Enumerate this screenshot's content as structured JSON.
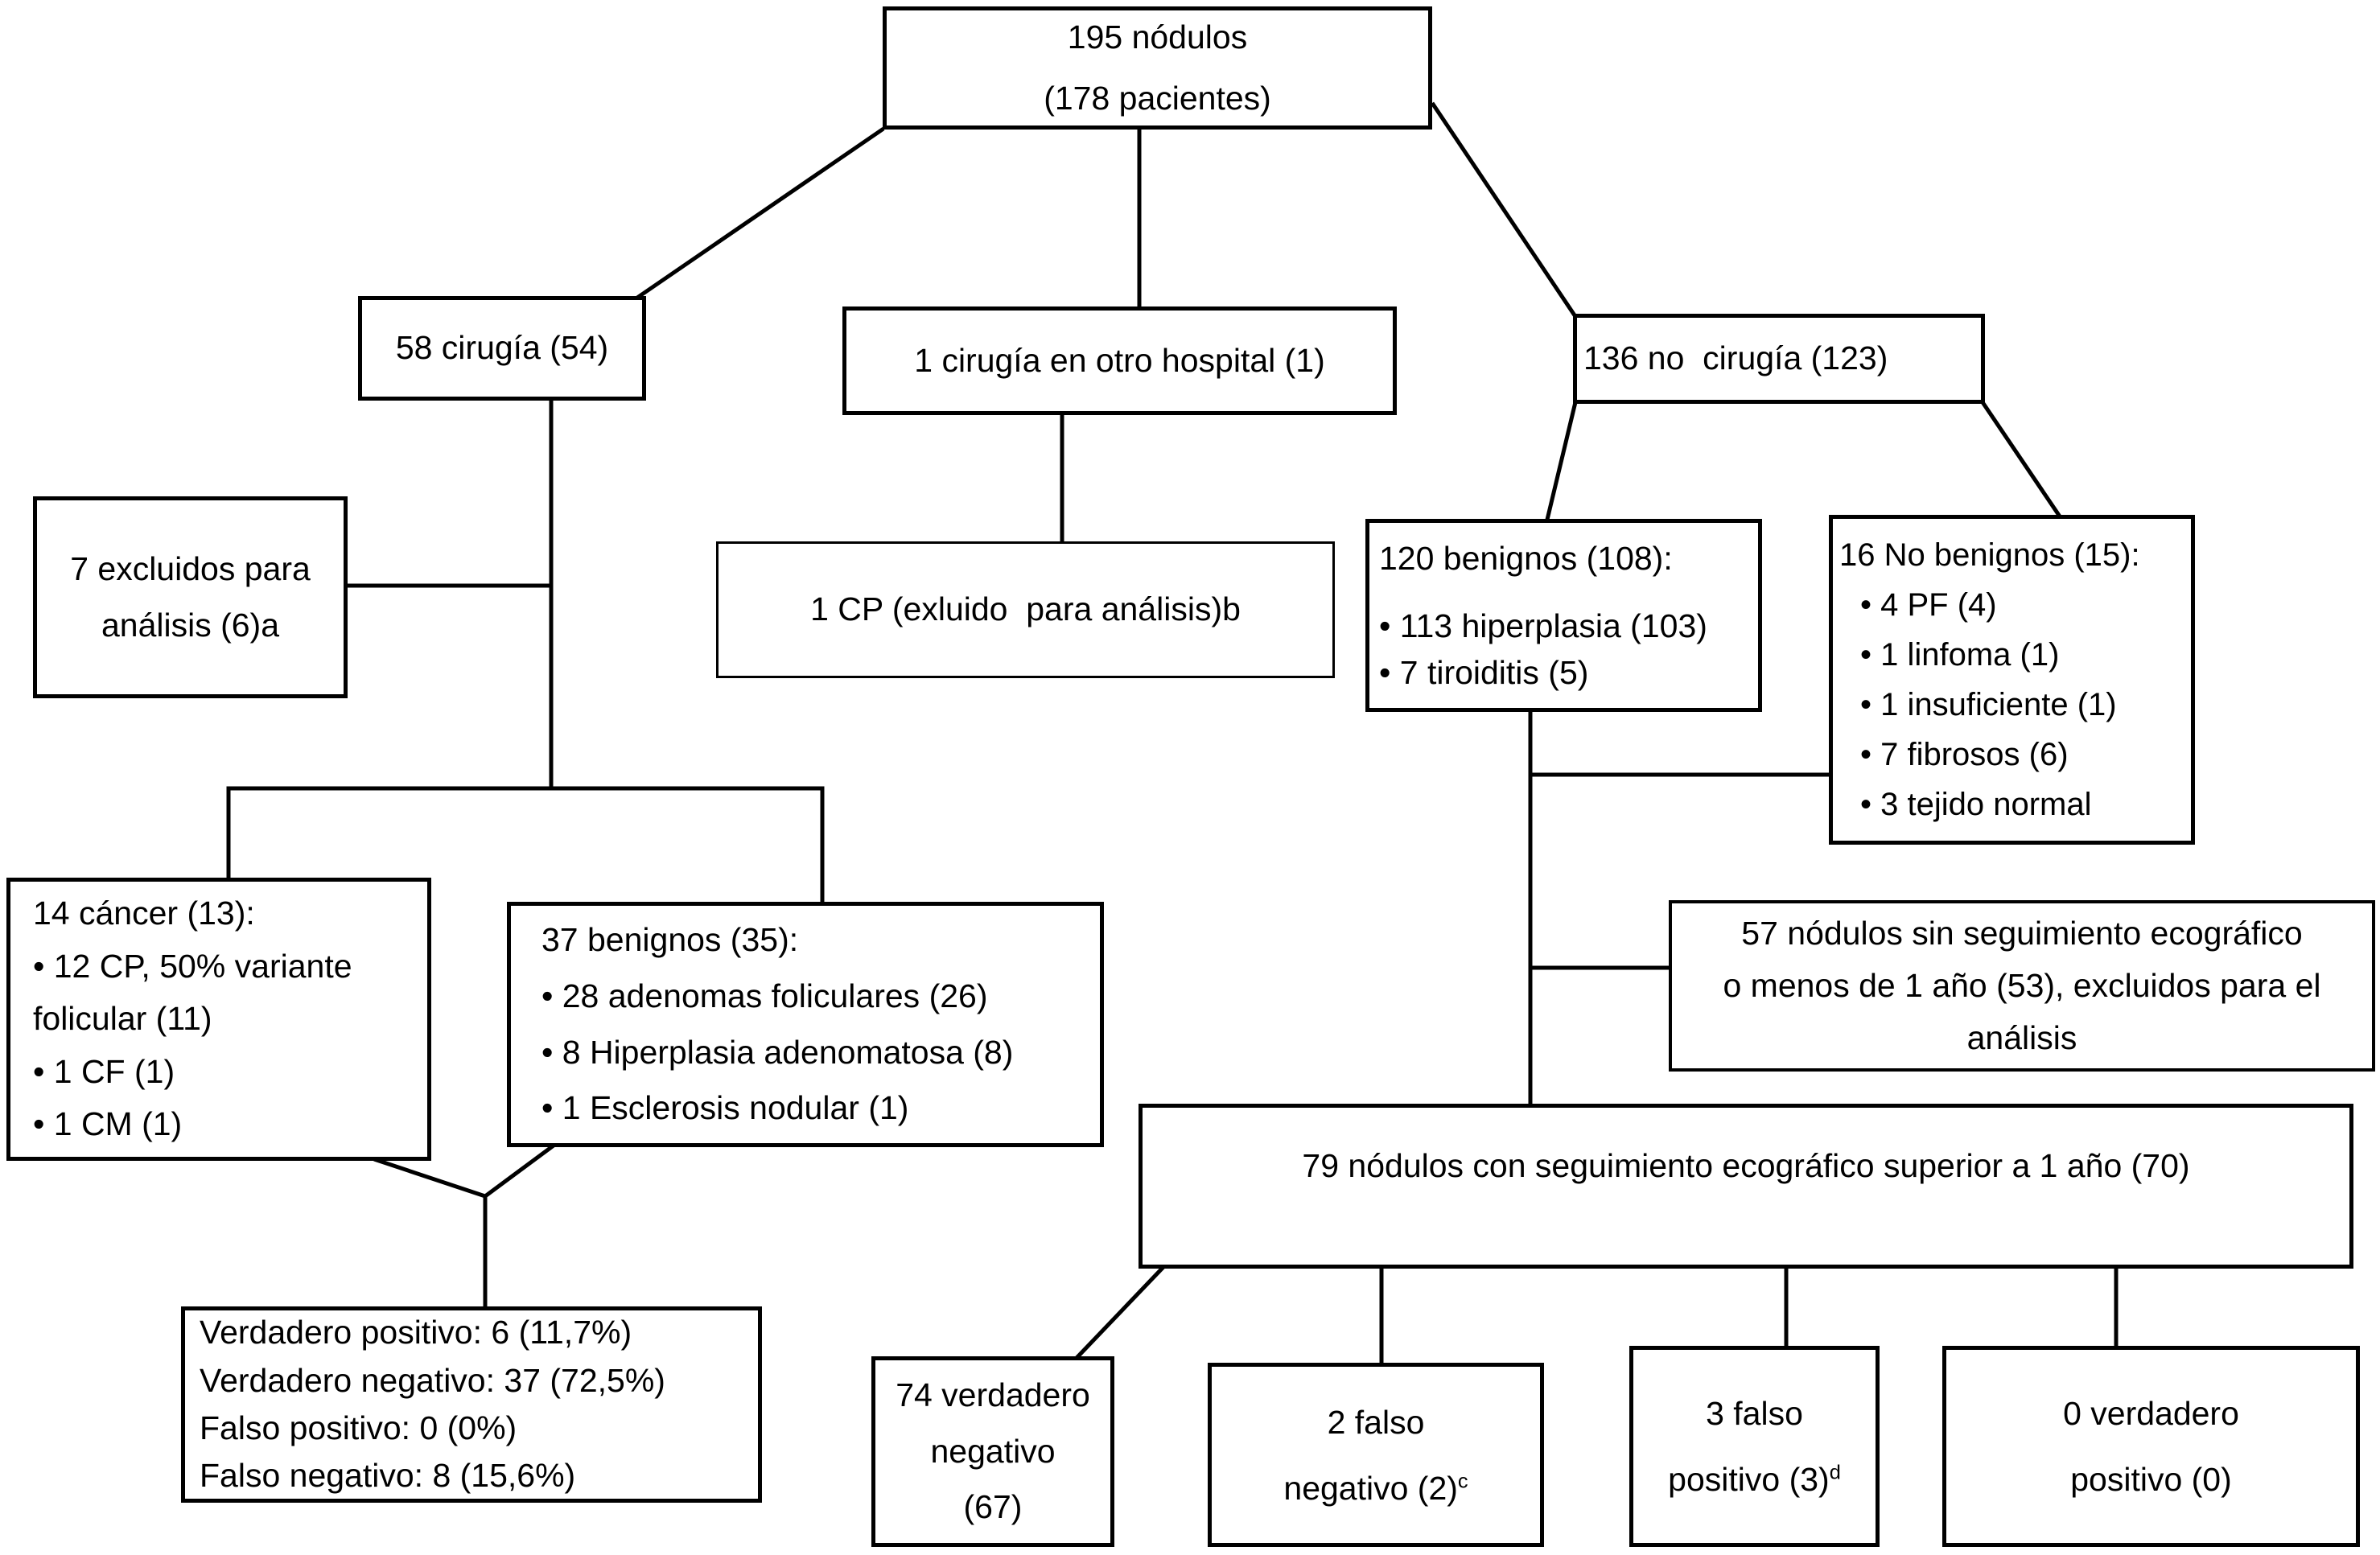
{
  "page": {
    "background": "#ffffff",
    "line_color": "#000000",
    "text_color": "#000000",
    "language": "es"
  },
  "nodes": {
    "total": {
      "lines": [
        "195 nódulos",
        "(178 pacientes)"
      ]
    },
    "surgery": {
      "lines": [
        "58 cirugía (54)"
      ]
    },
    "surgery_other_hospital": {
      "lines": [
        "1 cirugía en otro hospital (1)"
      ]
    },
    "no_surgery": {
      "lines": [
        "136 no  cirugía (123)"
      ]
    },
    "excluded_7": {
      "lines": [
        "7 excluidos para",
        "análisis (6)a"
      ]
    },
    "cp_excluded": {
      "lines": [
        "1 CP (exluido  para análisis)b"
      ]
    },
    "benign_120": {
      "title": "120 benignos (108):",
      "bullets": [
        "• 113 hiperplasia (103)",
        "• 7 tiroiditis (5)"
      ]
    },
    "non_benign_16": {
      "title": "16 No benignos (15):",
      "bullets": [
        "• 4 PF (4)",
        "• 1 linfoma (1)",
        "• 1 insuficiente (1)",
        "• 7 fibrosos (6)",
        "• 3 tejido normal"
      ]
    },
    "cancer_14": {
      "title": "14 cáncer (13):",
      "bullets": [
        "• 12 CP, 50% variante folicular (11)",
        "• 1 CF (1)",
        "• 1 CM (1)"
      ]
    },
    "benign_37": {
      "title": "37 benignos (35):",
      "bullets": [
        "• 28 adenomas foliculares (26)",
        "• 8 Hiperplasia adenomatosa (8)",
        "• 1 Esclerosis nodular (1)"
      ]
    },
    "no_followup_57": {
      "lines": [
        "57 nódulos sin seguimiento ecográfico",
        "o menos de 1 año (53), excluidos para el",
        "análisis"
      ]
    },
    "followup_79": {
      "lines": [
        "79 nódulos con seguimiento ecográfico superior a 1 año (70)"
      ]
    },
    "results": {
      "lines": [
        "Verdadero positivo: 6 (11,7%)",
        "Verdadero negativo: 37 (72,5%)",
        "Falso positivo: 0 (0%)",
        "Falso negativo: 8 (15,6%)"
      ]
    },
    "true_negative_74": {
      "lines": [
        "74 verdadero",
        "negativo",
        "(67)"
      ]
    },
    "false_negative_2": {
      "line1": "2 falso",
      "line2": "negativo (2)",
      "sup": "c"
    },
    "false_positive_3": {
      "line1": "3 falso",
      "line2": "positivo (3)",
      "sup": "d"
    },
    "true_positive_0": {
      "lines": [
        "0 verdadero",
        "positivo (0)"
      ]
    }
  },
  "edges": [
    {
      "from": "total",
      "to": "surgery"
    },
    {
      "from": "total",
      "to": "surgery_other_hospital"
    },
    {
      "from": "total",
      "to": "no_surgery"
    },
    {
      "from": "surgery",
      "to": "excluded_7"
    },
    {
      "from": "surgery",
      "to": "cancer_14"
    },
    {
      "from": "surgery",
      "to": "benign_37"
    },
    {
      "from": "surgery_other_hospital",
      "to": "cp_excluded"
    },
    {
      "from": "no_surgery",
      "to": "benign_120"
    },
    {
      "from": "no_surgery",
      "to": "non_benign_16"
    },
    {
      "from": "benign_120",
      "to": "non_benign_16"
    },
    {
      "from": "benign_120",
      "to": "no_followup_57"
    },
    {
      "from": "benign_120",
      "to": "followup_79"
    },
    {
      "from": "cancer_14",
      "to": "results"
    },
    {
      "from": "benign_37",
      "to": "results"
    },
    {
      "from": "followup_79",
      "to": "true_negative_74"
    },
    {
      "from": "followup_79",
      "to": "false_negative_2"
    },
    {
      "from": "followup_79",
      "to": "false_positive_3"
    },
    {
      "from": "followup_79",
      "to": "true_positive_0"
    }
  ]
}
